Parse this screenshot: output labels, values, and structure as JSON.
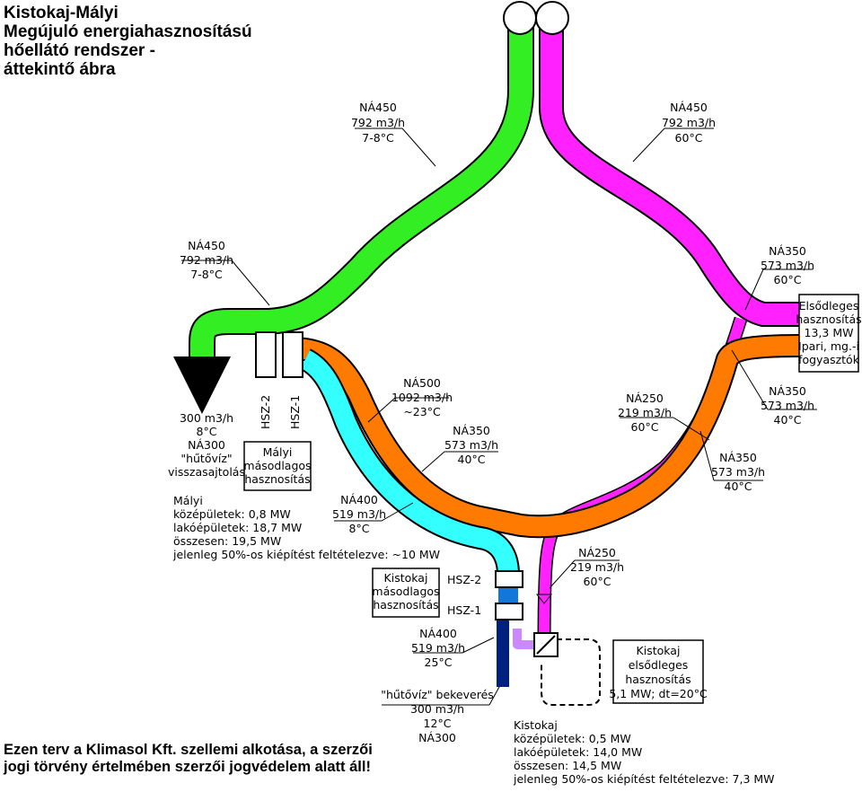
{
  "title": {
    "line1": "Kistokaj-Mályi",
    "line2": "Megújuló energiahasznosítású",
    "line3": "hőellátó rendszer -",
    "line4": "áttekintő ábra"
  },
  "footer": {
    "line1": "Ezen terv a Klimasol Kft. szellemi alkotása, a szerzői",
    "line2": "jogi törvény értelmében szerzői jogvédelem alatt áll!"
  },
  "colors": {
    "cold_pipe": "#33ee22",
    "hot_pipe": "#ff22ff",
    "return_pipe": "#ff7a00",
    "cooled_pipe": "#33ffff",
    "blue_pipe": "#1177dd",
    "darkblue_pipe": "#002080",
    "light_violet": "#cc88ff"
  },
  "labels": {
    "top_left_main": [
      "NÁ450",
      "792 m3/h",
      "7-8°C"
    ],
    "top_right_main": [
      "NÁ450",
      "792 m3/h",
      "60°C"
    ],
    "left_mid": [
      "NÁ450",
      "792 m3/h",
      "7-8°C"
    ],
    "right_top": [
      "NÁ350",
      "573 m3/h",
      "60°C"
    ],
    "right_mid": [
      "NÁ350",
      "573 m3/h",
      "40°C"
    ],
    "right_lower": [
      "NÁ350",
      "573 m3/h",
      "40°C"
    ],
    "na250_upper": [
      "NÁ250",
      "219 m3/h",
      "60°C"
    ],
    "na250_lower": [
      "NÁ250",
      "219 m3/h",
      "60°C"
    ],
    "na500": [
      "NÁ500",
      "1092 m3/h",
      "~23°C"
    ],
    "na350_center": [
      "NÁ350",
      "573 m3/h",
      "40°C"
    ],
    "na400_mid": [
      "NÁ400",
      "519 m3/h",
      "8°C"
    ],
    "na400_low": [
      "NÁ400",
      "519 m3/h",
      "25°C"
    ],
    "reinjection": [
      "300 m3/h",
      "8°C",
      "NÁ300",
      "\"hűtővíz\"",
      "visszasajtolás"
    ],
    "intake": [
      "\"hűtővíz\" bekeverés",
      "300 m3/h",
      "12°C",
      "NÁ300"
    ],
    "hsz2_mid": "HSZ-2",
    "hsz1_mid": "HSZ-1",
    "hsz2_low": "HSZ-2",
    "hsz1_low": "HSZ-1"
  },
  "boxes": {
    "elsodleges_ipari": [
      "Elsődleges",
      "hasznosítás",
      "13,3 MW",
      "Ipari, mg.-i",
      "fogyasztók"
    ],
    "malyi_masodlagos": [
      "Mályi",
      "másodlagos",
      "hasznosítás"
    ],
    "kistokaj_masodlagos": [
      "Kistokaj",
      "másodlagos",
      "hasznosítás"
    ],
    "kistokaj_elsodleges": [
      "Kistokaj",
      "elsődleges",
      "hasznosítás",
      "5,1 MW; dt=20°C"
    ]
  },
  "notes": {
    "malyi": [
      "Mályi",
      "középületek: 0,8 MW",
      "lakóépületek: 18,7 MW",
      "összesen: 19,5 MW",
      "jelenleg 50%-os kiépítést feltételezve: ~10 MW"
    ],
    "kistokaj": [
      "Kistokaj",
      "középületek: 0,5 MW",
      "lakóépületek: 14,0 MW",
      "összesen: 14,5 MW",
      "jelenleg 50%-os kiépítést feltételezve: 7,3 MW"
    ]
  }
}
